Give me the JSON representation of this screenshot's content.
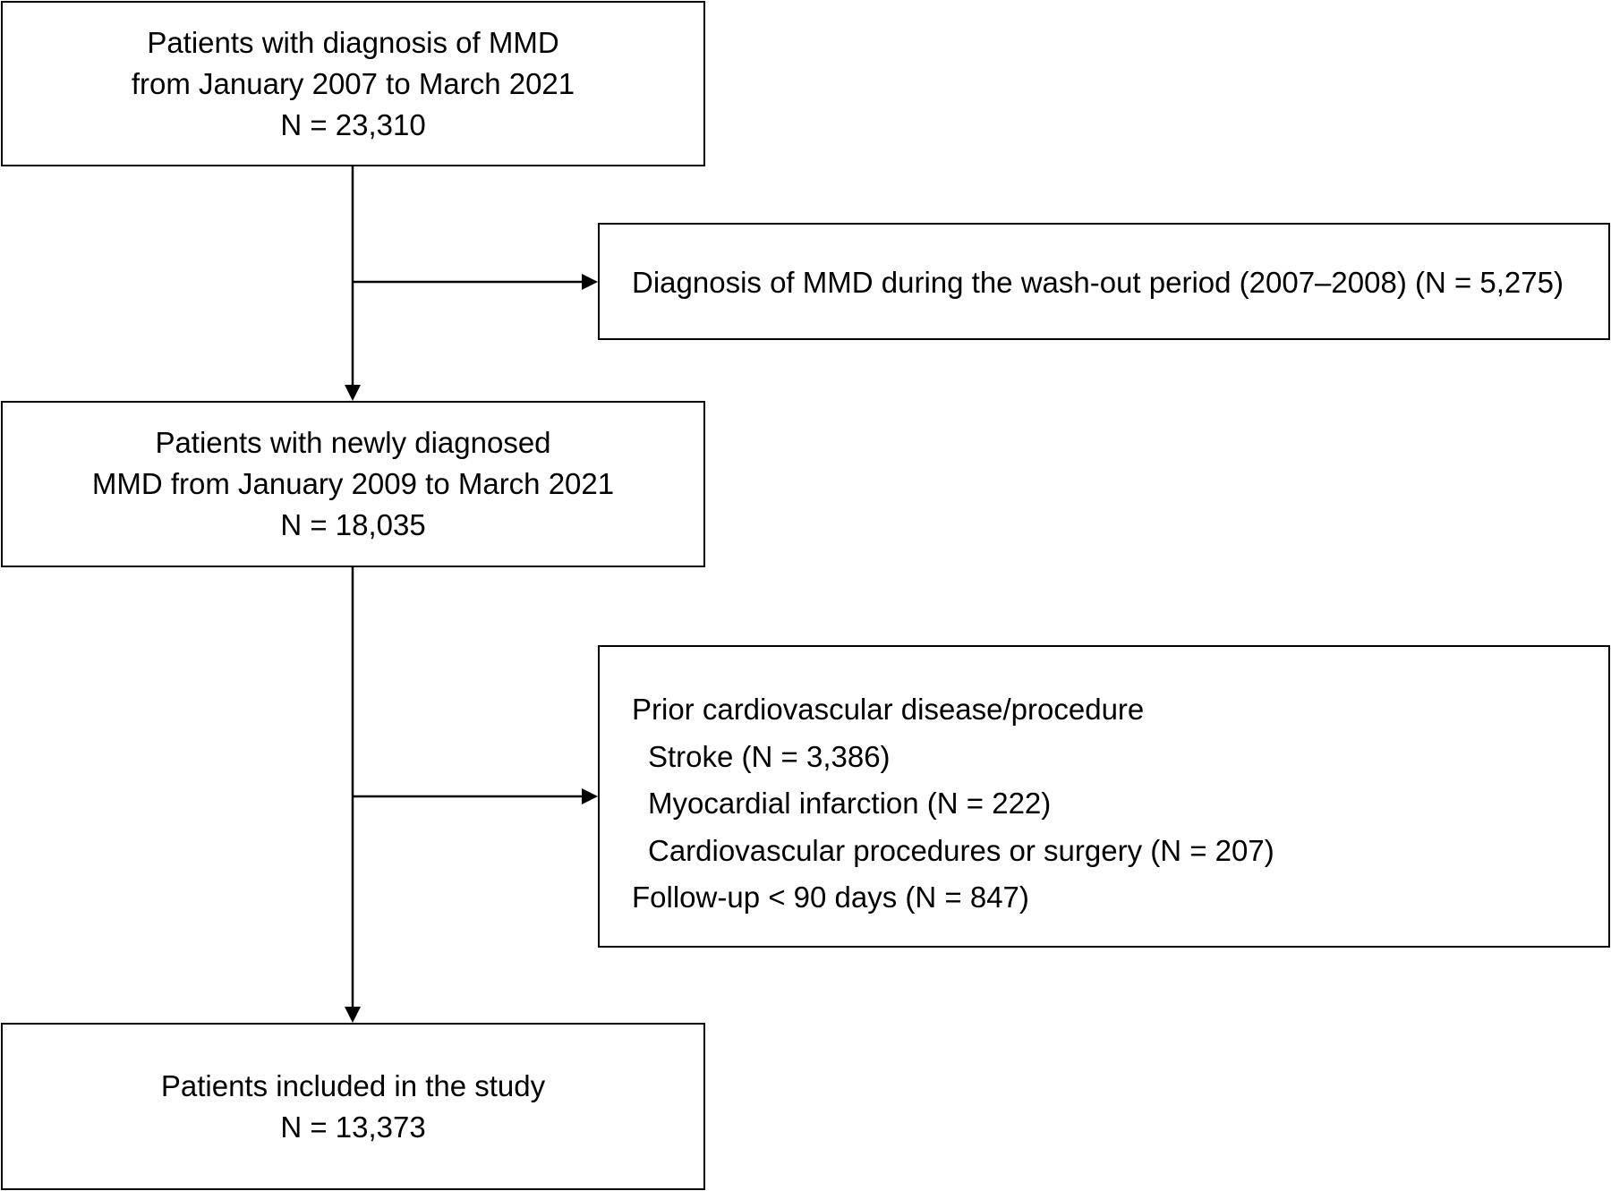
{
  "boxes": {
    "initial": {
      "lines": [
        "Patients with diagnosis of MMD",
        "from January 2007 to March 2021",
        "N = 23,310"
      ]
    },
    "washout": {
      "text": "Diagnosis of MMD during the wash-out period (2007–2008) (N = 5,275)"
    },
    "newly_diagnosed": {
      "lines": [
        "Patients with newly diagnosed",
        "MMD from January 2009 to March 2021",
        "N = 18,035"
      ]
    },
    "exclusions": {
      "heading": "Prior cardiovascular disease/procedure",
      "items": [
        "Stroke (N = 3,386)",
        "Myocardial infarction (N = 222)",
        "Cardiovascular procedures or surgery (N = 207)"
      ],
      "followup": "Follow-up < 90 days (N = 847)"
    },
    "included": {
      "lines": [
        "Patients included in the study",
        "N = 13,373"
      ]
    }
  },
  "colors": {
    "stroke": "#000000",
    "background": "#ffffff"
  }
}
